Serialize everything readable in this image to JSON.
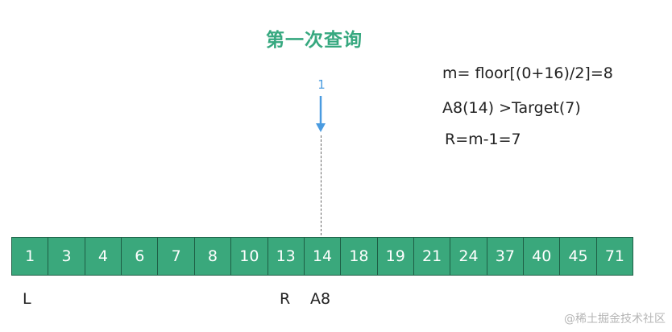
{
  "title": "第一次查询",
  "step_number": "1",
  "formulas": [
    "m= floor[(0+16)/2]=8",
    "A8(14) >Target(7)",
    "R=m-1=7"
  ],
  "array": [
    "1",
    "3",
    "4",
    "6",
    "7",
    "8",
    "10",
    "13",
    "14",
    "18",
    "19",
    "21",
    "24",
    "37",
    "40",
    "45",
    "71"
  ],
  "markers": {
    "left": "L",
    "right": "R",
    "mid": "A8"
  },
  "watermark": "@稀土掘金技术社区",
  "colors": {
    "accent_green": "#36a87f",
    "cell_fill": "#3aa87c",
    "arrow_blue": "#4a9be0"
  }
}
